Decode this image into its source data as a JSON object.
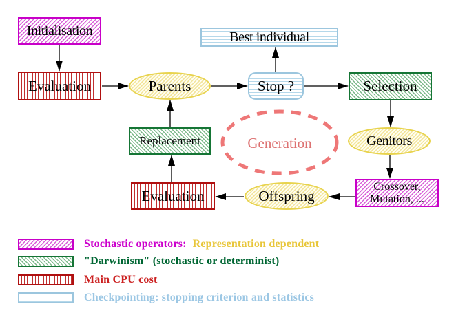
{
  "diagram": {
    "nodes": {
      "initialisation": "Initialisation",
      "evaluation_top": "Evaluation",
      "parents": "Parents",
      "best_individual": "Best individual",
      "stop": "Stop ?",
      "selection": "Selection",
      "genitors": "Genitors",
      "crossover_line1": "Crossover,",
      "crossover_line2": "Mutation, ...",
      "offspring": "Offspring",
      "evaluation_bottom": "Evaluation",
      "replacement": "Replacement",
      "generation": "Generation"
    },
    "colors": {
      "magenta": "#cc00cc",
      "red": "#b01010",
      "green": "#157535",
      "cyan": "#9cc6de",
      "yellow": "#e8d34d",
      "salmon_dashed_ellipse": "#ee7777",
      "arrow": "#000000"
    }
  },
  "legend": {
    "rows": [
      {
        "swatch": "magenta-diagonal-hatch",
        "text1": "Stochastic operators:",
        "text1_color": "#cc00cc",
        "text2": "Representation dependent",
        "text2_color": "#e8c63a"
      },
      {
        "swatch": "green-diagonal-hatch",
        "text1": "\"Darwinism\" (stochastic or determinist)",
        "text1_color": "#006633"
      },
      {
        "swatch": "red-vertical-stripes",
        "text1": "Main CPU cost",
        "text1_color": "#cc2222"
      },
      {
        "swatch": "cyan-horizontal-stripes",
        "text1": "Checkpointing: stopping criterion and statistics",
        "text1_color": "#9cc7e4"
      }
    ]
  }
}
